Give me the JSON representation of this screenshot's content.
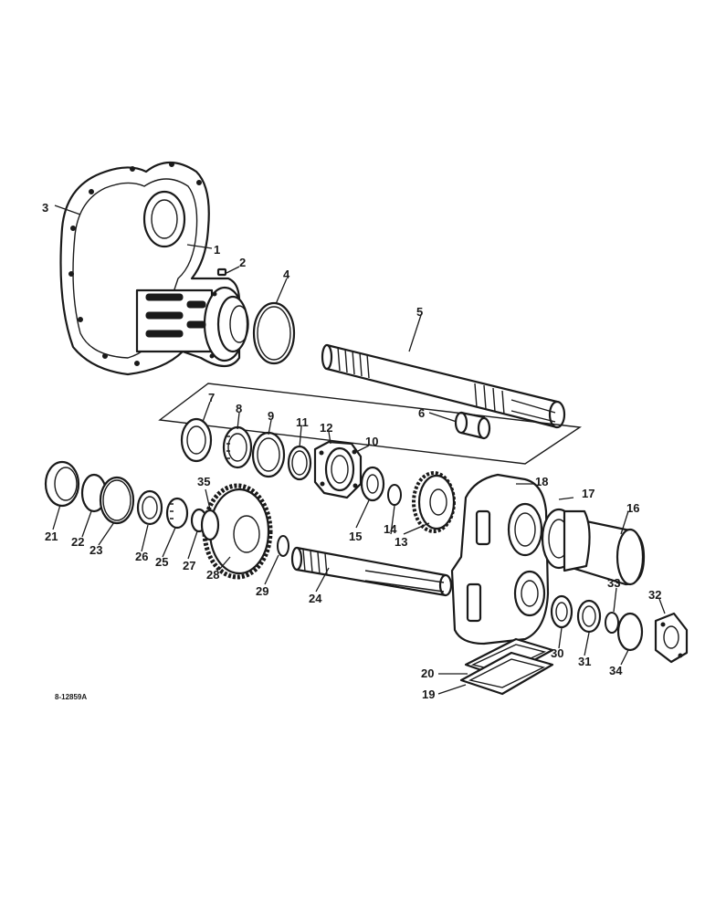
{
  "figure": {
    "reference_code": "8-12859A"
  },
  "callouts": [
    {
      "id": "1",
      "label": "1"
    },
    {
      "id": "2",
      "label": "2"
    },
    {
      "id": "3",
      "label": "3"
    },
    {
      "id": "4",
      "label": "4"
    },
    {
      "id": "5",
      "label": "5"
    },
    {
      "id": "6",
      "label": "6"
    },
    {
      "id": "7",
      "label": "7"
    },
    {
      "id": "8",
      "label": "8"
    },
    {
      "id": "9",
      "label": "9"
    },
    {
      "id": "10",
      "label": "10"
    },
    {
      "id": "11",
      "label": "11"
    },
    {
      "id": "12",
      "label": "12"
    },
    {
      "id": "13",
      "label": "13"
    },
    {
      "id": "14",
      "label": "14"
    },
    {
      "id": "15",
      "label": "15"
    },
    {
      "id": "16",
      "label": "16"
    },
    {
      "id": "17",
      "label": "17"
    },
    {
      "id": "18",
      "label": "18"
    },
    {
      "id": "19",
      "label": "19"
    },
    {
      "id": "20",
      "label": "20"
    },
    {
      "id": "21",
      "label": "21"
    },
    {
      "id": "22",
      "label": "22"
    },
    {
      "id": "23",
      "label": "23"
    },
    {
      "id": "24",
      "label": "24"
    },
    {
      "id": "25",
      "label": "25"
    },
    {
      "id": "26",
      "label": "26"
    },
    {
      "id": "27",
      "label": "27"
    },
    {
      "id": "28",
      "label": "28"
    },
    {
      "id": "29",
      "label": "29"
    },
    {
      "id": "30",
      "label": "30"
    },
    {
      "id": "31",
      "label": "31"
    },
    {
      "id": "32",
      "label": "32"
    },
    {
      "id": "33",
      "label": "33"
    },
    {
      "id": "34",
      "label": "34"
    },
    {
      "id": "35",
      "label": "35"
    }
  ],
  "colors": {
    "ink": "#1a1a1a",
    "paper": "#ffffff"
  }
}
